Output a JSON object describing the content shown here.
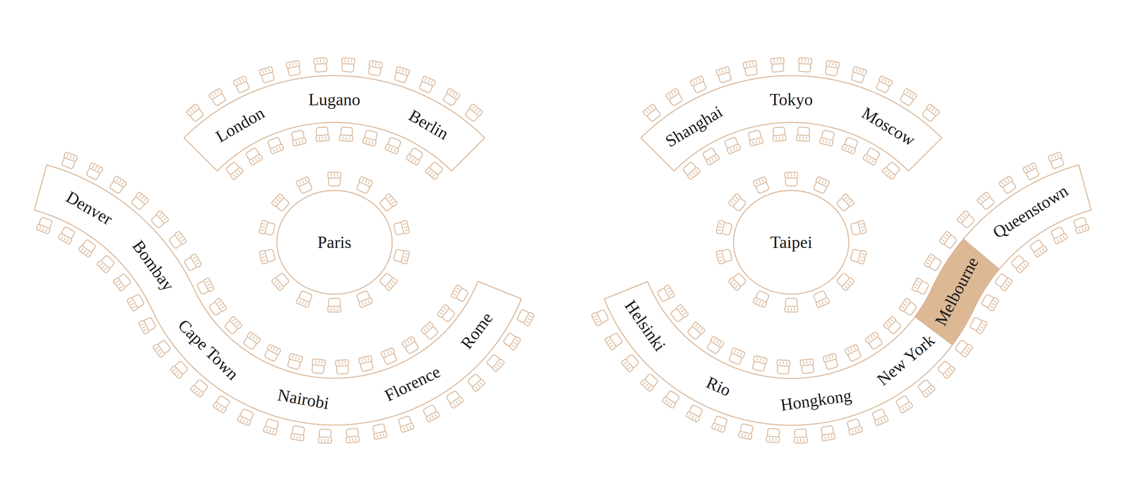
{
  "diagram": {
    "nodes": [
      {
        "text": [
          "Paris"
        ]
      },
      {
        "text": [
          "London",
          "Lugano",
          "Berlin"
        ]
      },
      {
        "text": [
          "Denver",
          "Bombay",
          "Cape Town",
          "Nairobi",
          "Florence",
          "Rome"
        ]
      },
      {
        "text": [
          "Taipei"
        ]
      },
      {
        "text": [
          "Shanghai",
          "Tokyo",
          "Moscow"
        ]
      },
      {
        "text": [
          "Helsinki",
          "Rio",
          "Hongkong",
          "New York"
        ]
      },
      {
        "text": [
          "Melbourne"
        ]
      },
      {
        "text": [
          "Queenstown"
        ]
      }
    ]
  }
}
